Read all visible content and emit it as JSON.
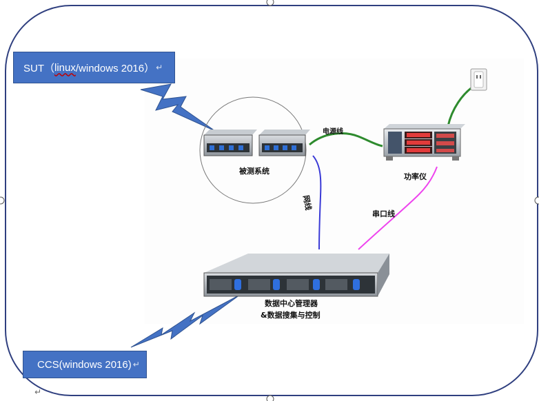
{
  "callouts": {
    "sut": {
      "prefix": "SUT（",
      "squiggle": "linux",
      "suffix": "/windows 2016）",
      "return_mark": "↵"
    },
    "ccs": {
      "text": "CCS(windows 2016)",
      "return_mark": "↵"
    }
  },
  "labels": {
    "sut_system": "被测系统",
    "power_line": "电源线",
    "power_meter": "功率仪",
    "network_line": "网线",
    "serial_line": "串口线",
    "manager_line1": "数据中心管理器",
    "manager_line2": "&数据搜集与控制"
  },
  "page_return_mark": "↵",
  "colors": {
    "frame": "#2f3f7f",
    "callout_fill": "#4472c4",
    "power_cable": "#2e8b2e",
    "network_cable": "#3a3ad6",
    "serial_cable": "#ee44ee"
  }
}
